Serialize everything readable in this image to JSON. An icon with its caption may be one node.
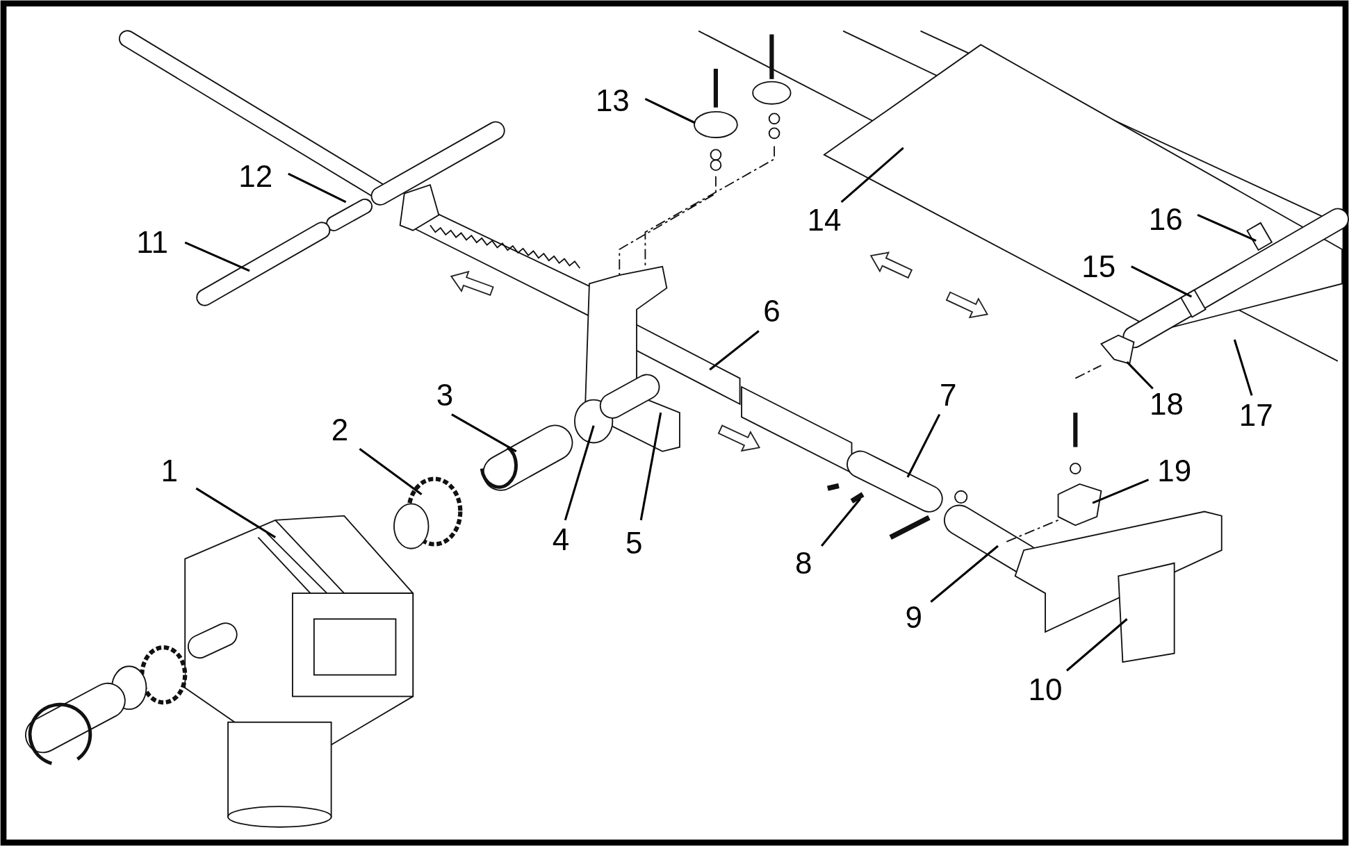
{
  "diagram": {
    "nodes": [
      {
        "text": [
          "1"
        ]
      },
      {
        "text": [
          "2"
        ]
      },
      {
        "text": [
          "3"
        ]
      },
      {
        "text": [
          "4"
        ]
      },
      {
        "text": [
          "5"
        ]
      },
      {
        "text": [
          "6"
        ]
      },
      {
        "text": [
          "7"
        ]
      },
      {
        "text": [
          "8"
        ]
      },
      {
        "text": [
          "9"
        ]
      },
      {
        "text": [
          "10"
        ]
      },
      {
        "text": [
          "11"
        ]
      },
      {
        "text": [
          "12"
        ]
      },
      {
        "text": [
          "13"
        ]
      },
      {
        "text": [
          "14"
        ]
      },
      {
        "text": [
          "15"
        ]
      },
      {
        "text": [
          "16"
        ]
      },
      {
        "text": [
          "17"
        ]
      },
      {
        "text": [
          "18"
        ]
      },
      {
        "text": [
          "19"
        ]
      },
      {
        "text": [],
        "shape": "picture"
      },
      {
        "text": [],
        "shape": "picture"
      }
    ],
    "edges": [
      {
        "from": 0,
        "to": null,
        "arrow": "none"
      },
      {
        "from": 1,
        "to": null,
        "arrow": "none"
      },
      {
        "from": 2,
        "to": null,
        "arrow": "none"
      },
      {
        "from": 3,
        "to": null,
        "arrow": "none"
      },
      {
        "from": 4,
        "to": null,
        "arrow": "none"
      },
      {
        "from": 5,
        "to": null,
        "arrow": "none"
      },
      {
        "from": 6,
        "to": null,
        "arrow": "none"
      },
      {
        "from": 7,
        "to": null,
        "arrow": "none"
      },
      {
        "from": 8,
        "to": null,
        "arrow": "none"
      },
      {
        "from": 9,
        "to": null,
        "arrow": "none"
      },
      {
        "from": 10,
        "to": null,
        "arrow": "none"
      },
      {
        "from": 11,
        "to": null,
        "arrow": "none"
      },
      {
        "from": 12,
        "to": 19,
        "arrow": "none"
      },
      {
        "from": 13,
        "to": null,
        "arrow": "none"
      },
      {
        "from": 14,
        "to": null,
        "arrow": "none"
      },
      {
        "from": 15,
        "to": null,
        "arrow": "none"
      },
      {
        "from": 16,
        "to": null,
        "arrow": "none"
      },
      {
        "from": 17,
        "to": 20,
        "arrow": "none"
      },
      {
        "from": 18,
        "to": null,
        "arrow": "none"
      }
    ]
  }
}
